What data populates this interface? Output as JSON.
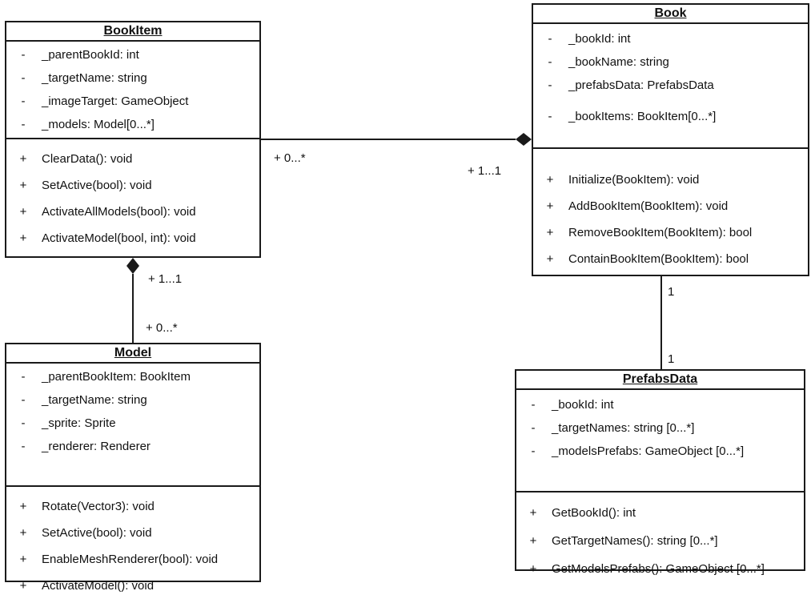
{
  "classes": {
    "bookitem": {
      "name": "BookItem",
      "attributes": [
        {
          "vis": "-",
          "text": "_parentBookId: int"
        },
        {
          "vis": "-",
          "text": "_targetName: string"
        },
        {
          "vis": "-",
          "text": "_imageTarget: GameObject"
        },
        {
          "vis": "-",
          "text": "_models: Model[0...*]"
        }
      ],
      "operations": [
        {
          "vis": "+",
          "text": "ClearData(): void"
        },
        {
          "vis": "+",
          "text": "SetActive(bool): void"
        },
        {
          "vis": "+",
          "text": "ActivateAllModels(bool): void"
        },
        {
          "vis": "+",
          "text": "ActivateModel(bool, int): void"
        }
      ]
    },
    "book": {
      "name": "Book",
      "attributes": [
        {
          "vis": "-",
          "text": "_bookId: int"
        },
        {
          "vis": "-",
          "text": "_bookName: string"
        },
        {
          "vis": "-",
          "text": "_prefabsData: PrefabsData"
        },
        {
          "vis": "-",
          "text": "_bookItems: BookItem[0...*]"
        }
      ],
      "operations": [
        {
          "vis": "+",
          "text": "Initialize(BookItem): void"
        },
        {
          "vis": "+",
          "text": "AddBookItem(BookItem): void"
        },
        {
          "vis": "+",
          "text": "RemoveBookItem(BookItem): bool"
        },
        {
          "vis": "+",
          "text": "ContainBookItem(BookItem): bool"
        }
      ]
    },
    "model": {
      "name": "Model",
      "attributes": [
        {
          "vis": "-",
          "text": "_parentBookItem: BookItem"
        },
        {
          "vis": "-",
          "text": "_targetName: string"
        },
        {
          "vis": "-",
          "text": "_sprite: Sprite"
        },
        {
          "vis": "-",
          "text": "_renderer: Renderer"
        }
      ],
      "operations": [
        {
          "vis": "+",
          "text": "Rotate(Vector3): void"
        },
        {
          "vis": "+",
          "text": "SetActive(bool): void"
        },
        {
          "vis": "+",
          "text": "EnableMeshRenderer(bool): void"
        },
        {
          "vis": "+",
          "text": "ActivateModel(): void"
        }
      ]
    },
    "prefabs": {
      "name": "PrefabsData",
      "attributes": [
        {
          "vis": "-",
          "text": "_bookId: int"
        },
        {
          "vis": "-",
          "text": "_targetNames: string [0...*]"
        },
        {
          "vis": "-",
          "text": "_modelsPrefabs: GameObject [0...*]"
        }
      ],
      "operations": [
        {
          "vis": "+",
          "text": "GetBookId(): int"
        },
        {
          "vis": "+",
          "text": "GetTargetNames(): string [0...*]"
        },
        {
          "vis": "+",
          "text": "GetModelsPrefabs(): GameObject [0...*]"
        }
      ]
    }
  },
  "associations": {
    "bookitem_book": {
      "bookitem_end": "+ 0...*",
      "book_end": "+ 1...1"
    },
    "bookitem_model": {
      "bookitem_end": "+ 1...1",
      "model_end": "+ 0...*"
    },
    "book_prefabs": {
      "book_end": "1",
      "prefabs_end": "1"
    }
  }
}
